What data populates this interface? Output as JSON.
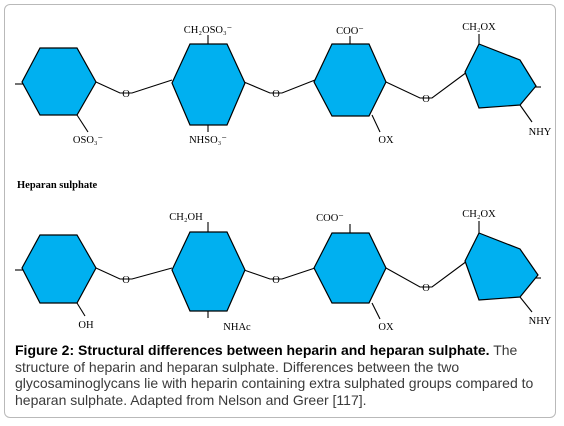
{
  "heparin_labels": {
    "top_ring2": "CH₂OSO₃⁻",
    "top_ring3": "COO⁻",
    "top_ring4": "CH₂OX",
    "bottom_ring1": "OSO₃⁻",
    "bottom_ring2": "NHSO₃⁻",
    "bottom_ring3": "OX",
    "bottom_ring4": "NHY"
  },
  "linkage_label": "O",
  "section_title": "Heparan sulphate",
  "heparan_labels": {
    "top_ring2": "CH₂OH",
    "top_ring3": "COO⁻",
    "top_ring4": "CH₂OX",
    "bottom_ring1": "OH",
    "bottom_ring2": "NHAc",
    "bottom_ring3": "OX",
    "bottom_ring4": "NHY"
  },
  "caption": {
    "title": "Figure 2: Structural differences between heparin and heparan sulphate.",
    "body": "The structure of heparin and heparan sulphate. Differences between the two glycosaminoglycans lie with heparin containing extra sulphated groups compared to heparan sulphate. Adapted from Nelson and Greer [117]."
  }
}
